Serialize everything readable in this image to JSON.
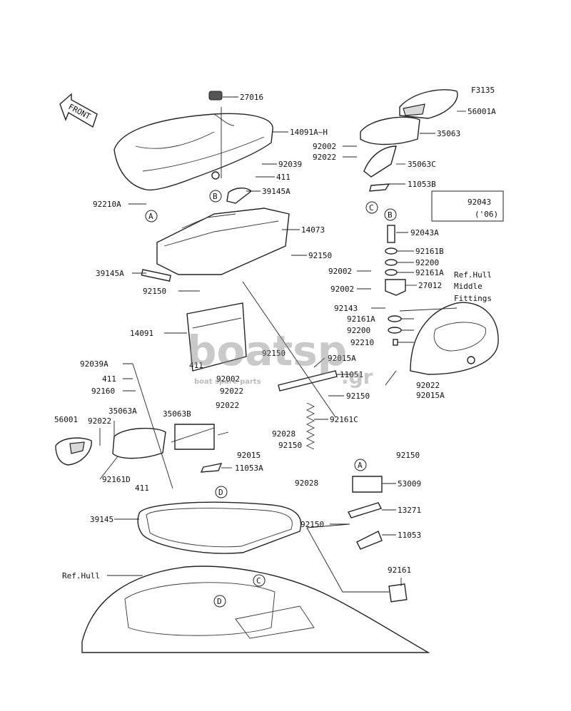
{
  "figure_code": "F3135",
  "front_label": "FRONT",
  "watermark": {
    "brand": "boatsp",
    "suffix": ".gr",
    "tagline": "boat spare parts"
  },
  "ref_labels": {
    "hull": "Ref.Hull",
    "middle_fittings_1": "Ref.Hull",
    "middle_fittings_2": "Middle",
    "middle_fittings_3": "Fittings"
  },
  "note_box": {
    "part": "92043",
    "note": "('06)"
  },
  "callouts": {
    "A": "A",
    "B": "B",
    "C": "C",
    "D": "D"
  },
  "parts": {
    "p27016": "27016",
    "p14091AH": "14091A~H",
    "p92039": "92039",
    "p411_top": "411",
    "p39145A": "39145A",
    "p92210A": "92210A",
    "p14073": "14073",
    "p92150_a": "92150",
    "p39145A_b": "39145A",
    "p92150_b": "92150",
    "p14091": "14091",
    "p92150_c": "92150",
    "p92015A": "92015A",
    "p11051": "11051",
    "p92150_d": "92150",
    "p411_mid": "411",
    "p92002_mid": "92002",
    "p92022_mid": "92022",
    "p92039A": "92039A",
    "p411_left": "411",
    "p92160": "92160",
    "p56001A": "56001A",
    "p35063": "35063",
    "p92002_r": "92002",
    "p92022_r": "92022",
    "p35063C": "35063C",
    "p11053B": "11053B",
    "p92043A": "92043A",
    "p92161B": "92161B",
    "p92200_a": "92200",
    "p92002_r2": "92002",
    "p92161A_a": "92161A",
    "p92002_r3": "92002",
    "p27012": "27012",
    "p92143": "92143",
    "p92161A_b": "92161A",
    "p92200_b": "92200",
    "p92210": "92210",
    "p92022_rb": "92022",
    "p92015A_rb": "92015A",
    "p56001": "56001",
    "p92022_l": "92022",
    "p35063A": "35063A",
    "p35063B": "35063B",
    "p92022_c": "92022",
    "p92015": "92015",
    "p92161D": "92161D",
    "p411_bot": "411",
    "p11053A": "11053A",
    "p92161C": "92161C",
    "p92028_a": "92028",
    "p92150_e": "92150",
    "p92028_b": "92028",
    "p92150_f": "92150",
    "p53009": "53009",
    "p13271": "13271",
    "p92150_g": "92150",
    "p11053": "11053",
    "p39145": "39145",
    "p92161": "92161"
  }
}
